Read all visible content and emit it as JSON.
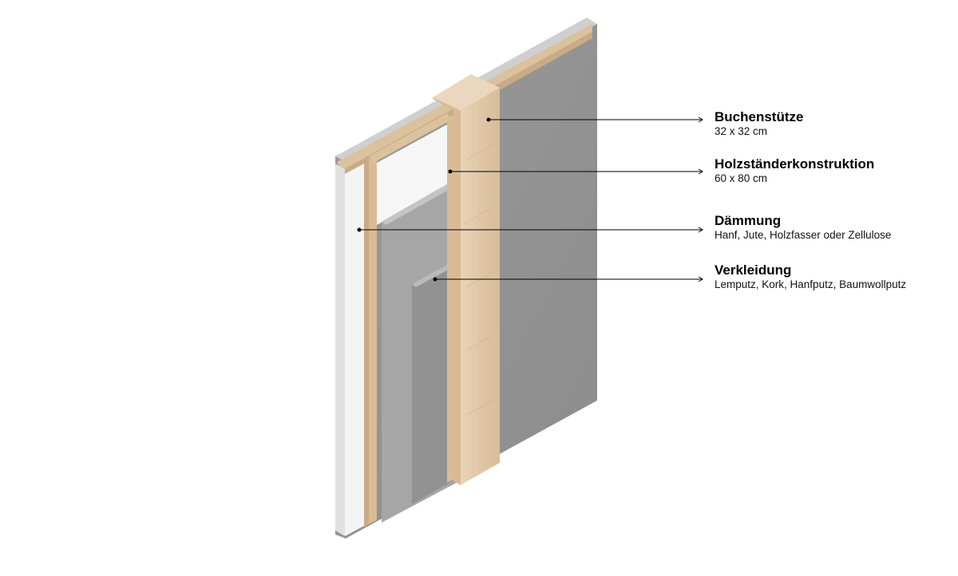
{
  "callouts": [
    {
      "title": "Buchenstütze",
      "subtitle": "32 x 32 cm"
    },
    {
      "title": "Holzständerkonstruktion",
      "subtitle": "60 x 80 cm"
    },
    {
      "title": "Dämmung",
      "subtitle": "Hanf, Jute, Holzfasser oder Zellulose"
    },
    {
      "title": "Verkleidung",
      "subtitle": "Lemputz, Kork, Hanfputz, Baumwollputz"
    }
  ],
  "colors": {
    "back_panel": "#939393",
    "back_panel_edge": "#c9c9c9",
    "timber": "#e4cdb0",
    "timber_dark": "#c9ae8c",
    "insulation": "#f2f2f2",
    "cladding": "#a3a3a3",
    "cladding_front": "#8f8f8f",
    "leader_line": "#000000"
  }
}
